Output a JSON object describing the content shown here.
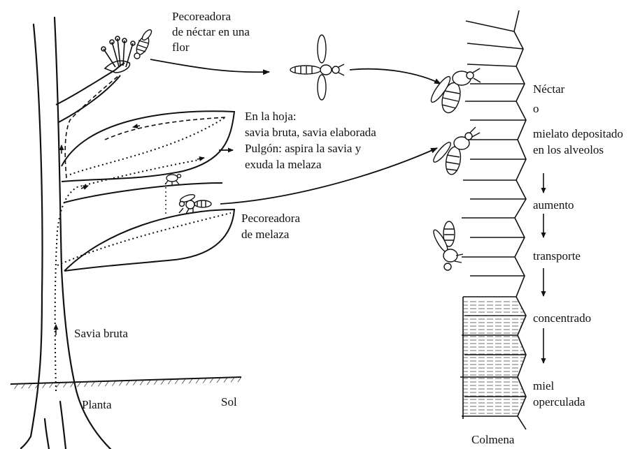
{
  "labels": {
    "nectar_forager": [
      "Pecoreadora",
      "de néctar en una",
      "flor"
    ],
    "leaf": [
      "En la hoja:",
      "savia bruta,  savia elaborada"
    ],
    "aphid": [
      "Pulgón: aspira la savia y",
      "exuda la melaza"
    ],
    "honeydew_forager": [
      "Pecoreadora",
      "de melaza"
    ],
    "raw_sap": "Savia bruta",
    "plant": "Planta",
    "soil": "Sol",
    "hive": "Colmena"
  },
  "process": {
    "deposit": [
      "Néctar",
      "o",
      "mielato depositado",
      "en los alveolos"
    ],
    "steps": [
      "aumento",
      "transporte",
      "concentrado"
    ],
    "final": [
      "miel",
      "operculada"
    ]
  },
  "colors": {
    "ink": "#111111",
    "background": "#ffffff"
  }
}
